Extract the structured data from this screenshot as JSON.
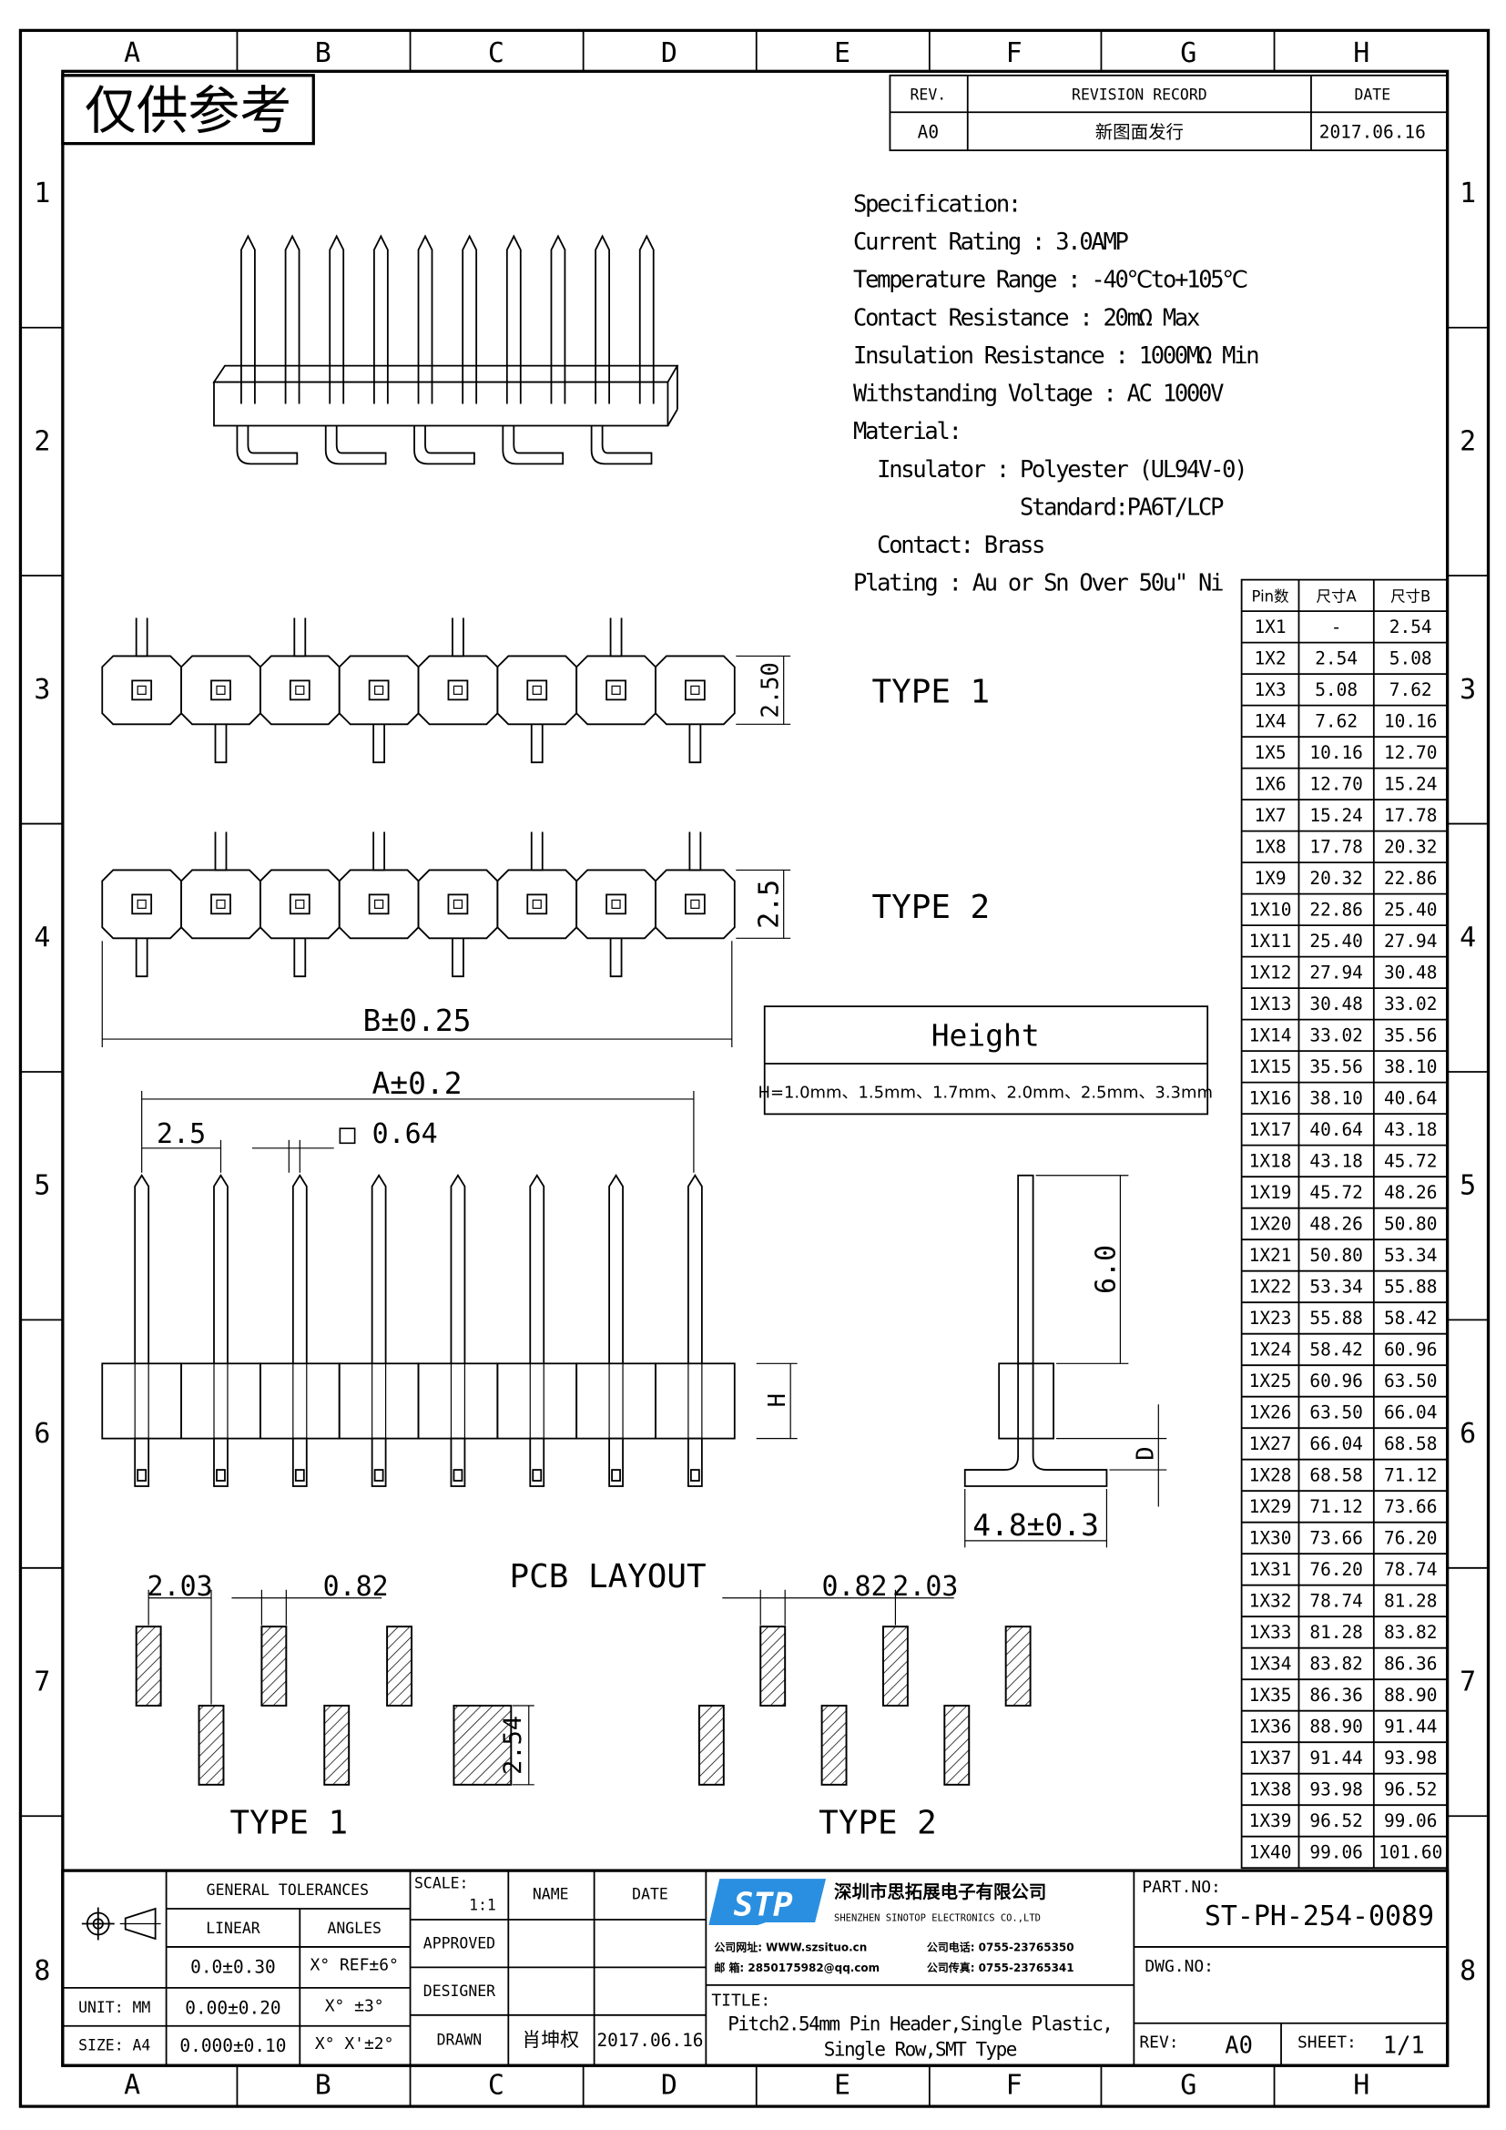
{
  "watermark": "仅供参考",
  "columns": [
    "A",
    "B",
    "C",
    "D",
    "E",
    "F",
    "G",
    "H"
  ],
  "rows": [
    "1",
    "2",
    "3",
    "4",
    "5",
    "6",
    "7",
    "8"
  ],
  "revision": {
    "headers": [
      "REV.",
      "REVISION RECORD",
      "DATE"
    ],
    "rev": "A0",
    "record": "新图面发行",
    "date": "2017.06.16"
  },
  "spec": [
    "Specification:",
    "Current Rating : 3.0AMP",
    "Temperature Range : -40℃to+105℃",
    "Contact Resistance : 20mΩ Max",
    "Insulation Resistance : 1000MΩ Min",
    "Withstanding Voltage : AC 1000V",
    "Material:",
    "  Insulator : Polyester (UL94V-0)",
    "              Standard:PA6T/LCP",
    "  Contact: Brass",
    "Plating : Au or Sn Over 50u\" Ni"
  ],
  "pin_table": {
    "headers": [
      "Pin数",
      "尺寸A",
      "尺寸B"
    ],
    "rows": [
      [
        "1X1",
        "-",
        "2.54"
      ],
      [
        "1X2",
        "2.54",
        "5.08"
      ],
      [
        "1X3",
        "5.08",
        "7.62"
      ],
      [
        "1X4",
        "7.62",
        "10.16"
      ],
      [
        "1X5",
        "10.16",
        "12.70"
      ],
      [
        "1X6",
        "12.70",
        "15.24"
      ],
      [
        "1X7",
        "15.24",
        "17.78"
      ],
      [
        "1X8",
        "17.78",
        "20.32"
      ],
      [
        "1X9",
        "20.32",
        "22.86"
      ],
      [
        "1X10",
        "22.86",
        "25.40"
      ],
      [
        "1X11",
        "25.40",
        "27.94"
      ],
      [
        "1X12",
        "27.94",
        "30.48"
      ],
      [
        "1X13",
        "30.48",
        "33.02"
      ],
      [
        "1X14",
        "33.02",
        "35.56"
      ],
      [
        "1X15",
        "35.56",
        "38.10"
      ],
      [
        "1X16",
        "38.10",
        "40.64"
      ],
      [
        "1X17",
        "40.64",
        "43.18"
      ],
      [
        "1X18",
        "43.18",
        "45.72"
      ],
      [
        "1X19",
        "45.72",
        "48.26"
      ],
      [
        "1X20",
        "48.26",
        "50.80"
      ],
      [
        "1X21",
        "50.80",
        "53.34"
      ],
      [
        "1X22",
        "53.34",
        "55.88"
      ],
      [
        "1X23",
        "55.88",
        "58.42"
      ],
      [
        "1X24",
        "58.42",
        "60.96"
      ],
      [
        "1X25",
        "60.96",
        "63.50"
      ],
      [
        "1X26",
        "63.50",
        "66.04"
      ],
      [
        "1X27",
        "66.04",
        "68.58"
      ],
      [
        "1X28",
        "68.58",
        "71.12"
      ],
      [
        "1X29",
        "71.12",
        "73.66"
      ],
      [
        "1X30",
        "73.66",
        "76.20"
      ],
      [
        "1X31",
        "76.20",
        "78.74"
      ],
      [
        "1X32",
        "78.74",
        "81.28"
      ],
      [
        "1X33",
        "81.28",
        "83.82"
      ],
      [
        "1X34",
        "83.82",
        "86.36"
      ],
      [
        "1X35",
        "86.36",
        "88.90"
      ],
      [
        "1X36",
        "88.90",
        "91.44"
      ],
      [
        "1X37",
        "91.44",
        "93.98"
      ],
      [
        "1X38",
        "93.98",
        "96.52"
      ],
      [
        "1X39",
        "96.52",
        "99.06"
      ],
      [
        "1X40",
        "99.06",
        "101.60"
      ]
    ]
  },
  "views": {
    "type1": "TYPE 1",
    "type2": "TYPE 2",
    "dim_250": "2.50",
    "dim_25": "2.5",
    "dim_b": "B±0.25",
    "height_title": "Height",
    "height_values": "H=1.0mm、1.5mm、1.7mm、2.0mm、2.5mm、3.3mm",
    "dim_a": "A±0.2",
    "dim_pitch": "2.5",
    "dim_pin": "□ 0.64",
    "dim_h": "H",
    "dim_60": "6.0",
    "dim_d": "D",
    "dim_48": "4.8±0.3",
    "pcb_title": "PCB LAYOUT",
    "pcb_203": "2.03",
    "pcb_082": "0.82",
    "pcb_254": "2.54",
    "pcb_type1": "TYPE 1",
    "pcb_type2": "TYPE 2"
  },
  "title_block": {
    "general_tolerances": "GENERAL TOLERANCES",
    "linear": "LINEAR",
    "angles": "ANGLES",
    "lin1": "0.0±0.30",
    "ang1": "X° REF±6°",
    "lin2": "0.00±0.20",
    "ang2": "X° ±3°",
    "lin3": "0.000±0.10",
    "ang3": "X° X'±2°",
    "unit": "UNIT: MM",
    "size": "SIZE: A4",
    "scale_label": "SCALE:",
    "scale": "1:1",
    "name": "NAME",
    "date": "DATE",
    "approved": "APPROVED",
    "designer": "DESIGNER",
    "drawn": "DRAWN",
    "drawn_name": "肖坤权",
    "drawn_date": "2017.06.16",
    "logo": "STP",
    "company_cn": "深圳市思拓展电子有限公司",
    "company_en": "SHENZHEN SINOTOP ELECTRONICS CO.,LTD",
    "web": "公司网址: WWW.szsituo.cn",
    "phone": "公司电话: 0755-23765350",
    "email": "邮    箱: 2850175982@qq.com",
    "fax": "公司传真: 0755-23765341",
    "title_label": "TITLE:",
    "title1": "Pitch2.54mm Pin Header,Single Plastic,",
    "title2": "Single Row,SMT Type",
    "part_label": "PART.NO:",
    "part_no": "ST-PH-254-0089",
    "dwg_label": "DWG.NO:",
    "rev_label": "REV:",
    "rev": "A0",
    "sheet_label": "SHEET:",
    "sheet": "1/1",
    "logo_color": "#2a8fe0"
  }
}
